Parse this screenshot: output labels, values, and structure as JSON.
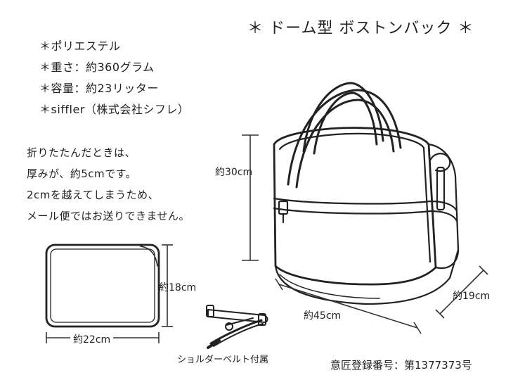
{
  "title": "＊ ドーム型 ボストンバック ＊",
  "specs": [
    "＊ポリエステル",
    "＊重さ：約360グラム",
    "＊容量：約23リッター",
    "＊siffler（株式会社シフレ）"
  ],
  "notes": [
    "折りたたんだときは、",
    "厚みが、約5cmです。",
    "2cmを越えてしまうため、",
    "メール便ではお送りできません。"
  ],
  "dimensions": {
    "height": "約30cm",
    "width": "約45cm",
    "depth": "約19cm",
    "folded_height": "約18cm",
    "folded_width": "約22cm"
  },
  "strap_label": "ショルダーベルト付属",
  "registration": "意匠登録番号：第1377373号"
}
